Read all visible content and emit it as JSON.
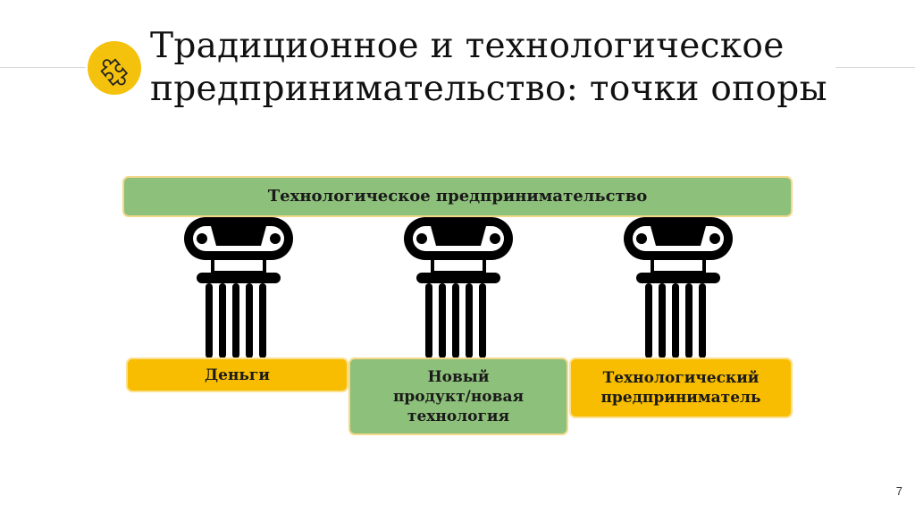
{
  "slide": {
    "title_line1": "Традиционное и технологическое",
    "title_line2": "предпринимательство: точки опоры",
    "top_bar": "Технологическое предпринимательство",
    "pillars": [
      {
        "label": "Деньги"
      },
      {
        "label_lines": [
          "Новый",
          "продукт/новая",
          "технология"
        ]
      },
      {
        "label_lines": [
          "Технологический",
          "предприниматель"
        ]
      }
    ],
    "page_number": "7"
  },
  "icons": {
    "badge": "puzzle-piece-icon",
    "pillar": "column-icon"
  },
  "colors": {
    "green": "#8dc07a",
    "yellow": "#f8bd00",
    "badge": "#f4c20d"
  }
}
